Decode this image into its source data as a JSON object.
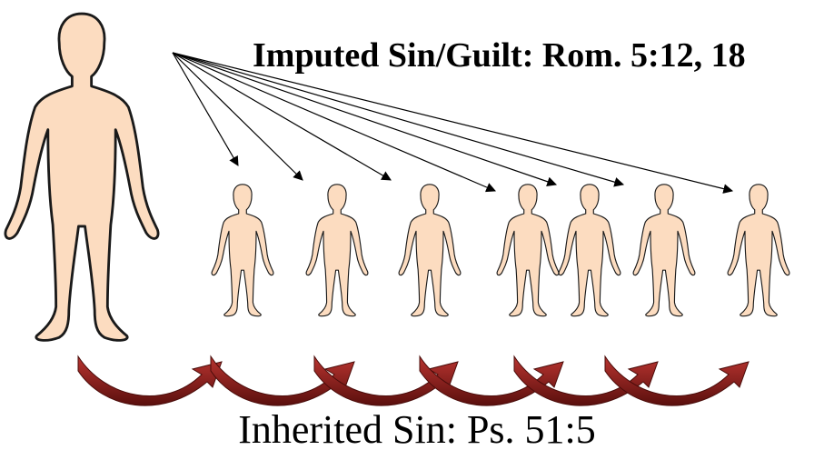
{
  "diagram": {
    "top_label": "Imputed Sin/Guilt: Rom. 5:12, 18",
    "bottom_label": "Inherited Sin: Ps. 51:5",
    "descendant_count": 7,
    "colors": {
      "skin": "#fcdcc0",
      "outline": "#1a1a1a",
      "arrow_dark": "#6b1412",
      "arrow_light": "#a02a26",
      "line": "#000000"
    }
  }
}
